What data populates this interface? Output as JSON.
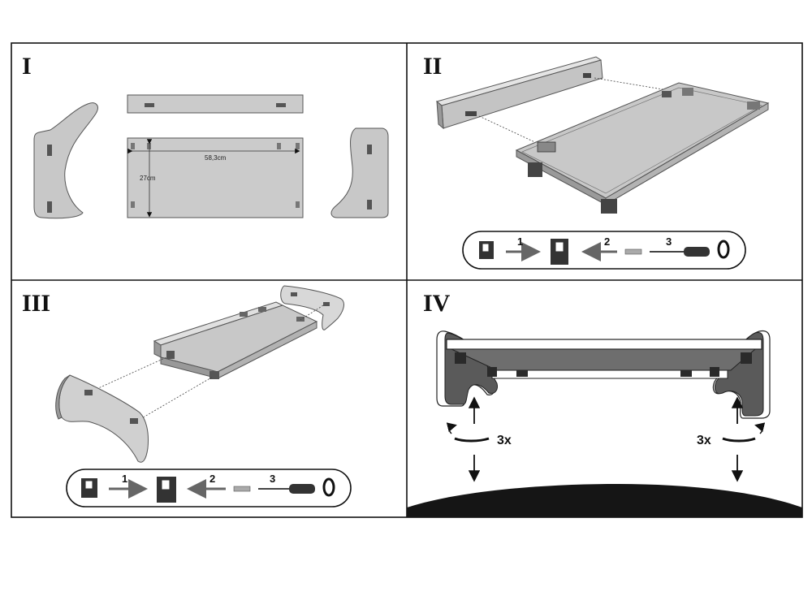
{
  "steps": [
    {
      "number": "I"
    },
    {
      "number": "II"
    },
    {
      "number": "III"
    },
    {
      "number": "IV"
    }
  ],
  "dimensions": {
    "width": "58,3cm",
    "height": "27cm"
  },
  "sequence_labels": [
    "1",
    "2",
    "3"
  ],
  "step4": {
    "left_count": "3x",
    "right_count": "3x"
  },
  "icons": [
    "cam-lock-icon",
    "dowel-icon",
    "screwdriver-icon",
    "rotate-icon",
    "arrow-icon"
  ]
}
